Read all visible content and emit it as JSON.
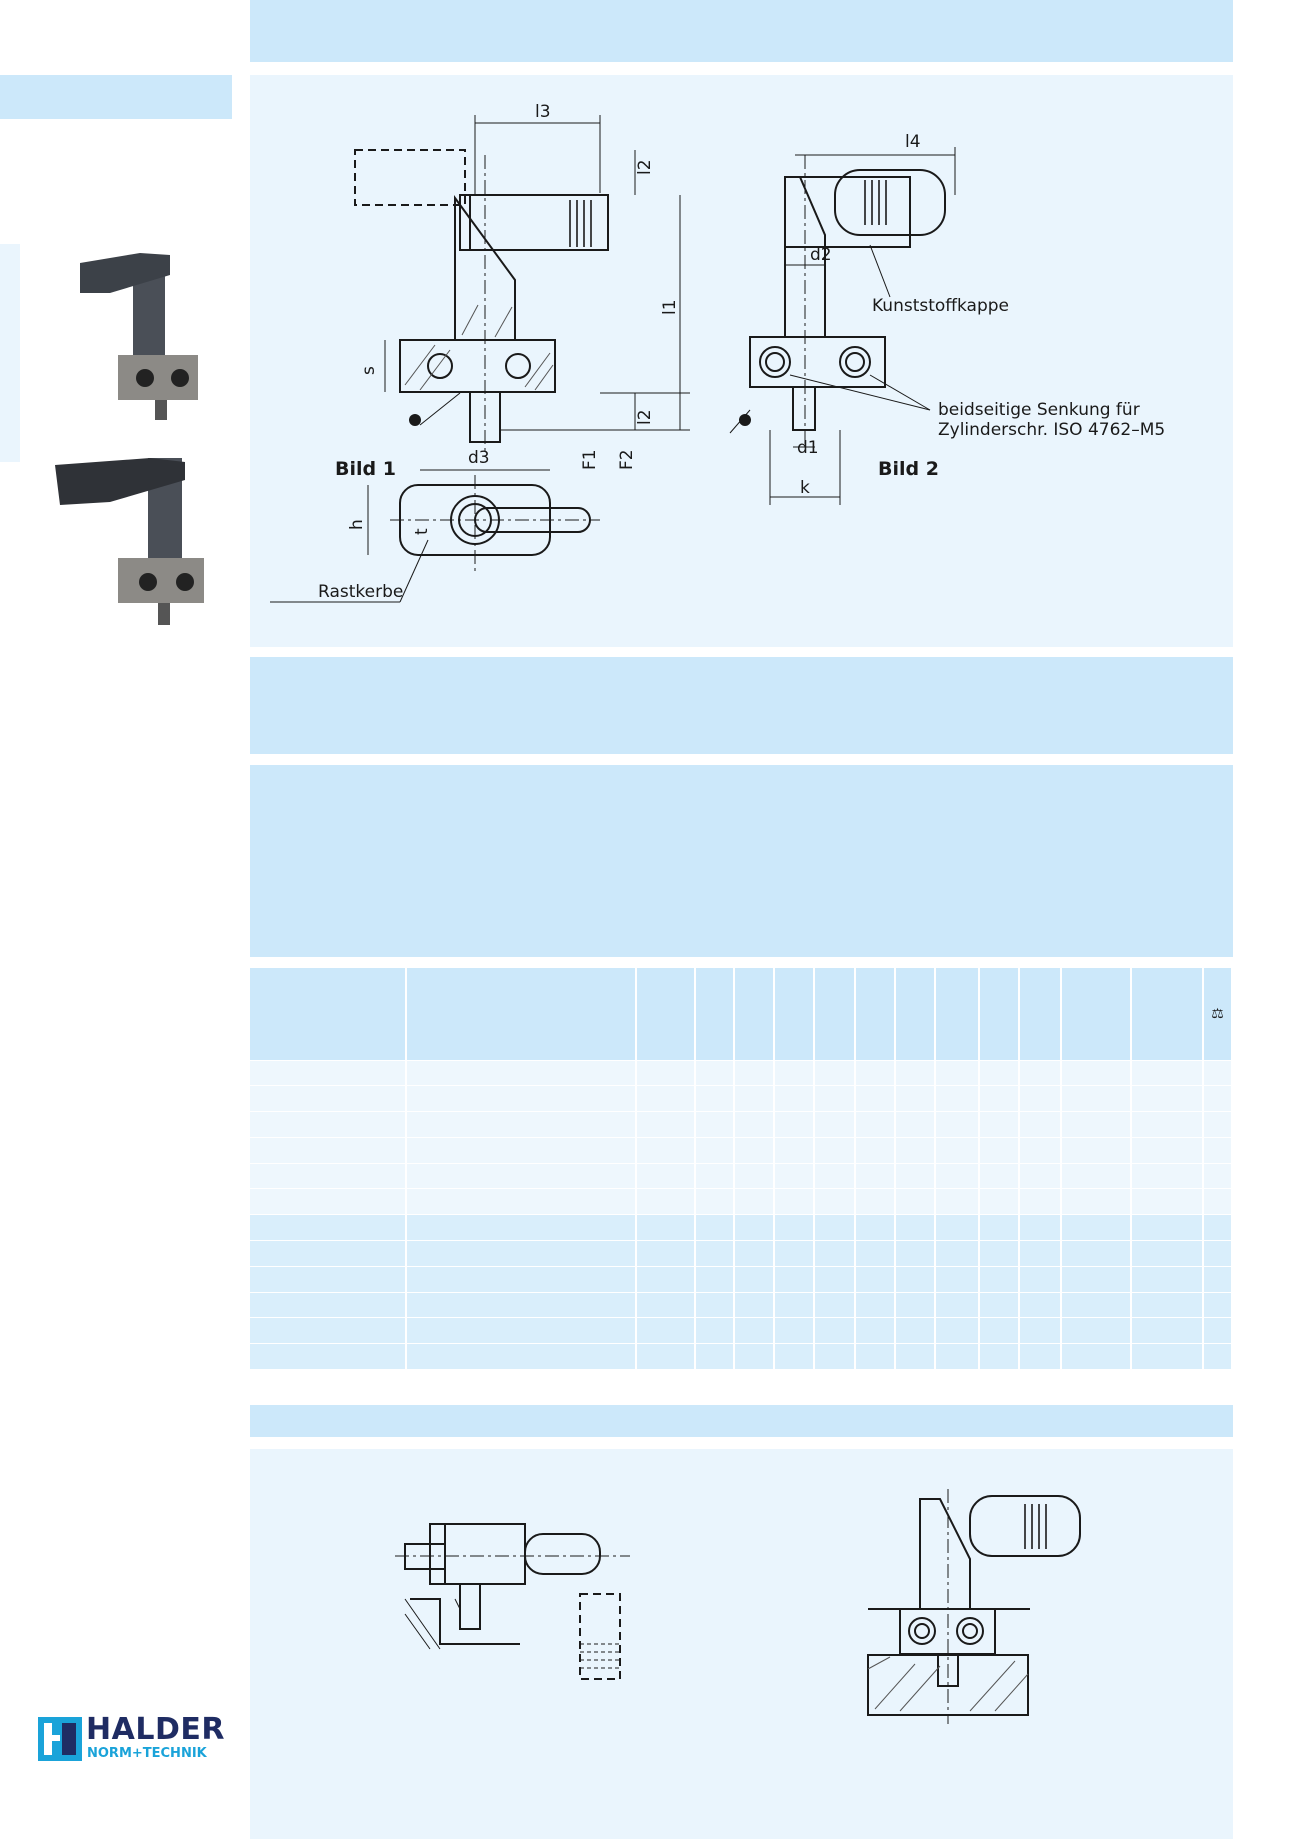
{
  "drawing": {
    "dims": {
      "l3": "l3",
      "l2": "l2",
      "l1": "l1",
      "s": "s",
      "d3": "d3",
      "F1": "F1",
      "F2": "F2",
      "h": "h",
      "t": "t",
      "l4": "l4",
      "d2": "d2",
      "d1": "d1",
      "k": "k"
    },
    "bild1": "Bild 1",
    "bild2": "Bild 2",
    "kunststoffkappe": "Kunststoffkappe",
    "senkung_line1": "beidseitige Senkung für",
    "senkung_line2": "Zylinderschr. ISO 4762–M5",
    "rastkerbe": "Rastkerbe"
  },
  "table": {
    "header_symbol": "⚖"
  },
  "logo": {
    "brand": "HALDER",
    "tagline": "NORM+TECHNIK"
  },
  "colors": {
    "band": "#cce8fa",
    "pale": "#eaf5fd",
    "logo_blue": "#1f2c63",
    "logo_cyan": "#1aa3d9"
  }
}
